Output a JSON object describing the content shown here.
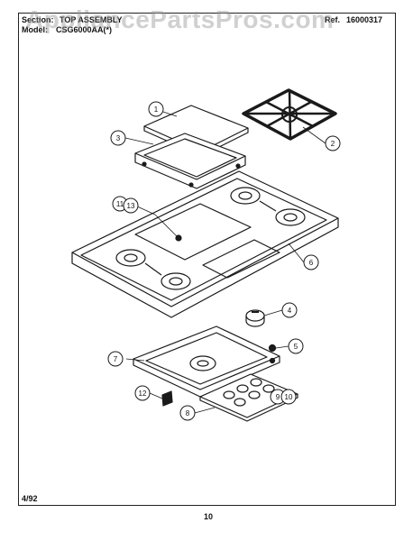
{
  "header": {
    "section_label": "Section:",
    "section_value": "TOP ASSEMBLY",
    "model_label": "Model:",
    "model_value": "CSG6000AA(*)",
    "ref_label": "Ref.",
    "ref_value": "16000317"
  },
  "watermark": "AppliancePartsPros.com",
  "callouts": [
    "1",
    "2",
    "3",
    "11",
    "13",
    "6",
    "4",
    "5",
    "7",
    "12",
    "9",
    "10",
    "8"
  ],
  "footer": {
    "date": "4/92",
    "page": "10"
  },
  "colors": {
    "line": "#1a1a1a",
    "watermark": "#999999"
  }
}
